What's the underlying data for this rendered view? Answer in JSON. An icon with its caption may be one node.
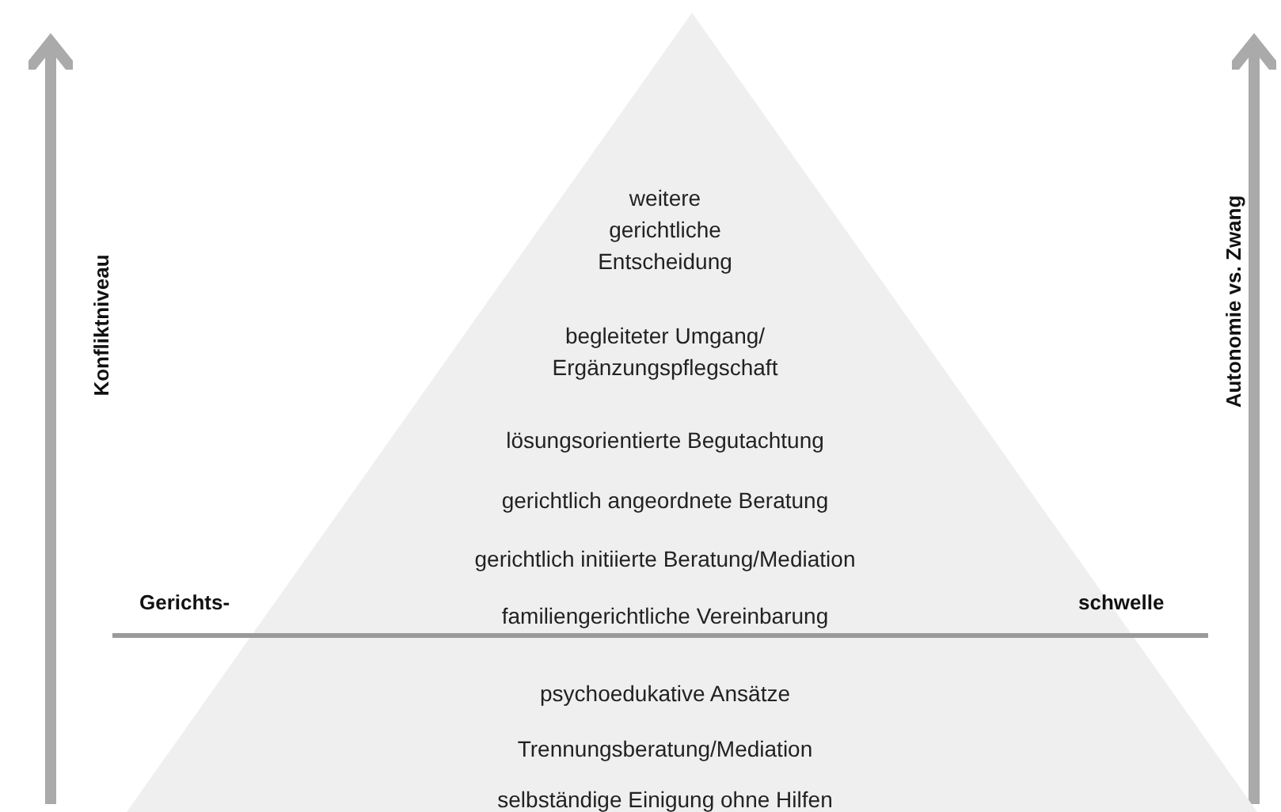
{
  "diagram": {
    "nodes": [
      {
        "text": [
          "weitere gerichtliche Entscheidung",
          "begleiteter Umgang/ Ergänzungspflegschaft",
          "lösungsorientierte Begutachtung",
          "gerichtlich angeordnete Beratung",
          "gerichtlich initiierte Beratung/Mediation",
          "familiengerichtliche Vereinbarung",
          "psychoedukative Ansätze",
          "Trennungsberatung/Mediation",
          "selbständige Einigung ohne Hilfen"
        ]
      }
    ],
    "edges": [],
    "labels": [
      "Konfliktniveau",
      "Autonomie vs. Zwang",
      "Gerichts-",
      "schwelle"
    ]
  }
}
